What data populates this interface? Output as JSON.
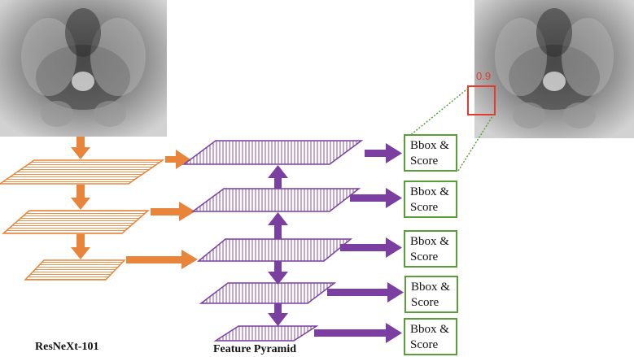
{
  "backbone_label": "ResNeXt-101",
  "pyramid_label": "Feature Pyramid",
  "outputs": [
    {
      "label": "Bbox &\nScore"
    },
    {
      "label": "Bbox &\nScore"
    },
    {
      "label": "Bbox &\nScore"
    },
    {
      "label": "Bbox &\nScore"
    },
    {
      "label": "Bbox &\nScore"
    }
  ],
  "detection_score": "0.9",
  "colors": {
    "backbone": "#e8853a",
    "pyramid": "#7a3fa0",
    "output_border": "#5a9e3a",
    "detection_box": "#e53b2c",
    "connector": "#5a9e3a"
  }
}
